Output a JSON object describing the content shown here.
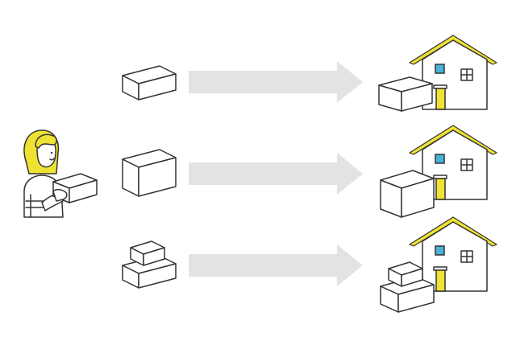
{
  "colors": {
    "accent_yellow": "#EEE232",
    "accent_blue": "#49B2D8",
    "arrow_gray": "#E3E3E3",
    "outline": "#333333",
    "background": "#FFFFFF"
  },
  "rows": [
    {
      "id": "single-box",
      "package_icon": "single-flat-box-icon",
      "destination_icon": "house-icon"
    },
    {
      "id": "large-box",
      "package_icon": "single-large-box-icon",
      "destination_icon": "house-icon"
    },
    {
      "id": "stacked-boxes",
      "package_icon": "stacked-boxes-icon",
      "destination_icon": "house-icon"
    }
  ],
  "sender": {
    "icon": "person-holding-box-icon"
  }
}
